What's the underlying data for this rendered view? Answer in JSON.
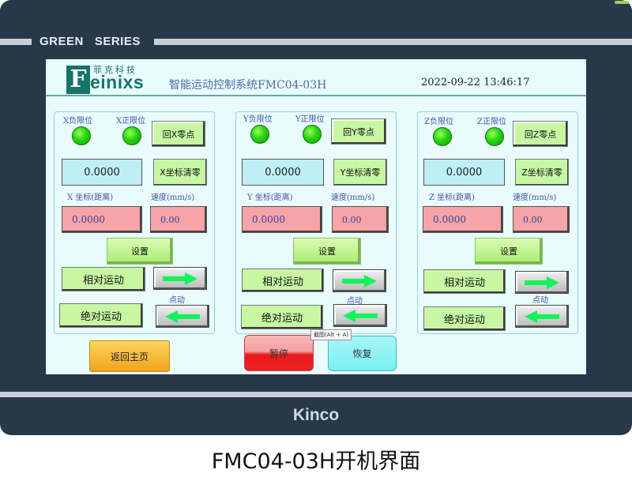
{
  "bezel": {
    "series": "GREEN   SERIES",
    "brand": "Kinco"
  },
  "header": {
    "logo_letter": "F",
    "logo_text": "einixs",
    "logo_cn": "菲克科技",
    "title": "智能运动控制系统FMC04-03H",
    "datetime": "2022-09-22 13:46:17"
  },
  "axes": [
    {
      "neg_limit": "X负限位",
      "pos_limit": "X正限位",
      "home": "回X零点",
      "coord_value": "0.0000",
      "clear": "X坐标清零",
      "coord_label": "X 坐标(距离)",
      "speed_label": "速度(mm/s)",
      "coord_input": "0.0000",
      "speed_input": "0.00",
      "set": "设置",
      "relative": "相对运动",
      "absolute": "绝对运动",
      "jog": ""
    },
    {
      "neg_limit": "Y负限位",
      "pos_limit": "Y正限位",
      "home": "回Y零点",
      "coord_value": "0.0000",
      "clear": "Y坐标清零",
      "coord_label": "Y 坐标(距离)",
      "speed_label": "速度(mm/s)",
      "coord_input": "0.0000",
      "speed_input": "0.00",
      "set": "设置",
      "relative": "相对运动",
      "absolute": "绝对运动",
      "jog": "点动"
    },
    {
      "neg_limit": "Z负限位",
      "pos_limit": "Z正限位",
      "home": "回Z零点",
      "coord_value": "0.0000",
      "clear": "Z坐标清零",
      "coord_label": "Z 坐标(距离)",
      "speed_label": "速度(mm/s)",
      "coord_input": "0.0000",
      "speed_input": "0.00",
      "set": "设置",
      "relative": "相对运动",
      "absolute": "绝对运动",
      "jog": "点动"
    }
  ],
  "first_jog": "点动",
  "bottom": {
    "home_page": "返回主页",
    "pause": "暂停",
    "resume": "恢复",
    "tooltip": "截图(Alt + A)"
  },
  "caption": "FMC04-03H开机界面",
  "colors": {
    "lamp": "#27d414",
    "button_green": "#c7f7a3",
    "value_cyan": "#bdeff5",
    "input_pink": "#f6a4a7",
    "pause_red": "#ee2020",
    "resume_cyan": "#86f2f4",
    "home_orange": "#f7b73a"
  }
}
